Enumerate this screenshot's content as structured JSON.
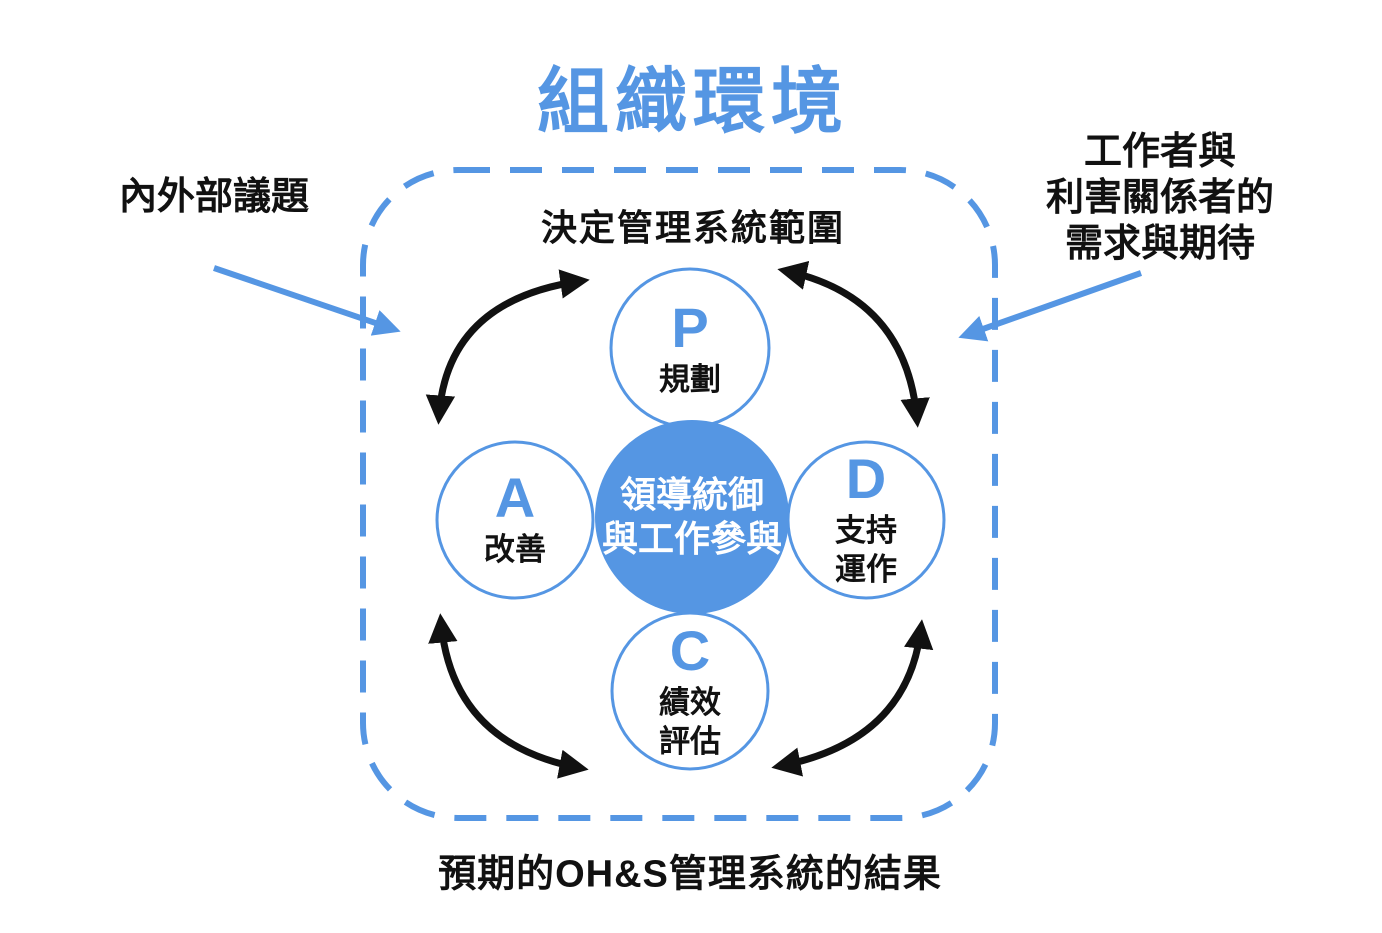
{
  "title": "組織環境",
  "annotations": {
    "internal_external": "內外部議題",
    "workers_line1": "工作者與",
    "workers_line2": "利害關係者的",
    "workers_line3": "需求與期待"
  },
  "boundary": {
    "scope_label": "決定管理系統範圍",
    "outcome_label": "預期的OH&S管理系統的結果"
  },
  "pdca": {
    "center_line1": "領導統御",
    "center_line2": "與工作參與",
    "plan": {
      "letter": "P",
      "label": "規劃"
    },
    "do": {
      "letter": "D",
      "label": "支持\n運作"
    },
    "check": {
      "letter": "C",
      "label": "績效\n評估"
    },
    "act": {
      "letter": "A",
      "label": "改善"
    }
  },
  "colors": {
    "accent": "#5596E3",
    "ink": "#111111",
    "center_text": "#FFFFFF"
  }
}
